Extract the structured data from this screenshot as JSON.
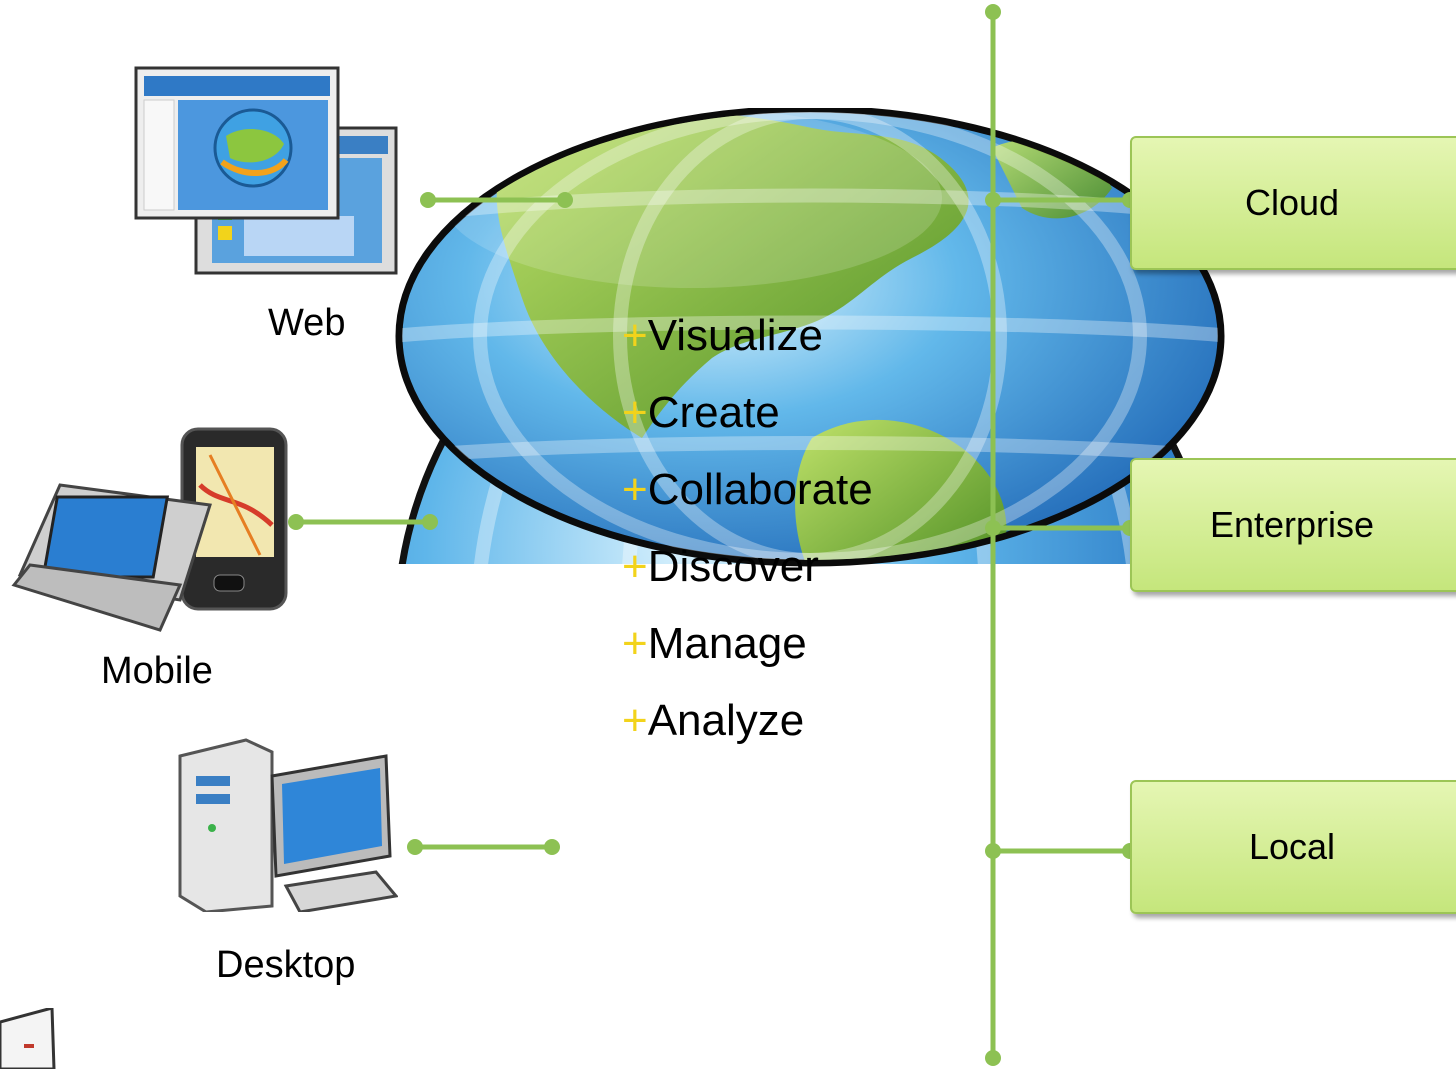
{
  "verbs": [
    "Visualize",
    "Create",
    "Collaborate",
    "Discover",
    "Manage",
    "Analyze"
  ],
  "verb_prefix": "+",
  "devices": {
    "web": "Web",
    "mobile": "Mobile",
    "desktop": "Desktop"
  },
  "deployments": {
    "cloud": "Cloud",
    "enterprise": "Enterprise",
    "local": "Local"
  },
  "colors": {
    "connector": "#8dc153",
    "box_fill": "#d6ef94",
    "plus": "#f2d31b",
    "ocean": "#3f9be0",
    "land": "#8fc944"
  }
}
